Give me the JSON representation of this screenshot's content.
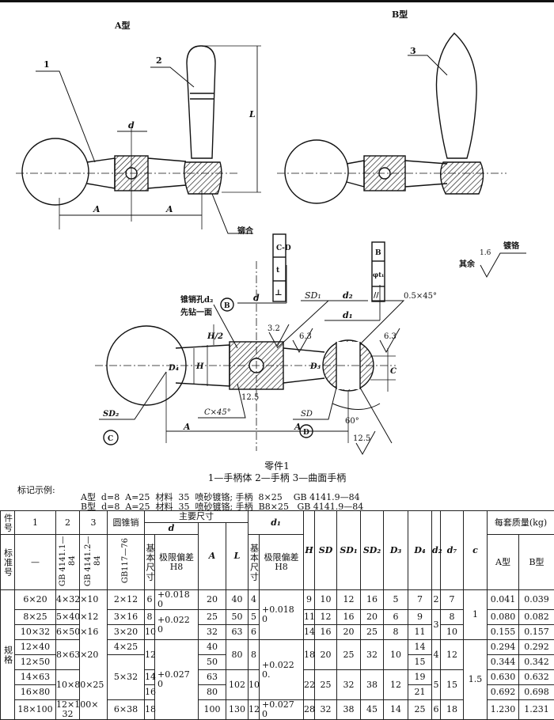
{
  "drawing": {
    "type_a": "A型",
    "type_b": "B型",
    "part1": "1",
    "part2": "2",
    "part3": "3",
    "dim_d": "d",
    "dim_L": "L",
    "dim_A": "A",
    "rivet": "铆合",
    "taper_hole": "锥销孔d₂",
    "drill_one": "先钻一面",
    "datum_B": "B",
    "datum_C": "C",
    "datum_D": "D",
    "tol_frame1": [
      "⊥",
      "t",
      "C-D"
    ],
    "tol_frame2": [
      "//",
      "φt₁",
      "B"
    ],
    "SD1": "SD₁",
    "SD2": "SD₂",
    "SD": "SD",
    "d2": "d₂",
    "d1": "d₁",
    "chamfer": "0.5×45°",
    "rough_63": "6.3",
    "rough_32": "3.2",
    "rough_125": "12.5",
    "rough_16": "1.6",
    "rest": "其余",
    "chrome": "镀铬",
    "H_half": "H/2",
    "H": "H",
    "D3": "D₃",
    "D4": "D₄",
    "C": "C",
    "chamfer_c": "C×45°",
    "angle": "60°"
  },
  "caption": {
    "title": "零件1",
    "legend": "1—手柄体   2—手柄   3—曲面手柄"
  },
  "marking": {
    "label": "标记示例:",
    "line_a": "A型  d=8  A=25  材料  35  喷砂镀铬; 手柄  8×25    GB 4141.9—84",
    "line_b": "B型  d=8  A=25  材料  35  喷砂镀铬; 手柄  B8×25   GB 4141.9—84"
  },
  "table": {
    "h_part_no": "件号",
    "h_std_no": "标准号",
    "h_1": "1",
    "h_2": "2",
    "h_3": "3",
    "h_pin": "圆锥销",
    "h_main": "主要尺寸",
    "h_d": "d",
    "h_d1": "d₁",
    "h_A": "A",
    "h_L": "L",
    "h_H": "H",
    "h_SD": "SD",
    "h_SD1": "SD₁",
    "h_SD2": "SD₂",
    "h_D3": "D₃",
    "h_D4": "D₄",
    "h_d2": "d₂",
    "h_d7": "d₇",
    "h_c": "c",
    "h_mass": "每套质量(kg)",
    "h_typeA": "A型",
    "h_typeB": "B型",
    "std_1": "—",
    "std_2": "GB 4141.1—84",
    "std_3": "GB 4141.2—84",
    "std_pin": "GB117—76",
    "basic": "基本尺寸",
    "tol_h8": "极限偏差\nH8",
    "spec_label": "规格",
    "columns": [
      {
        "key": "part1",
        "groups": [
          {
            "v": "6×20",
            "rows": 1
          },
          {
            "v": "8×25",
            "rows": 1
          },
          {
            "v": "10×32",
            "rows": 1
          },
          {
            "v": "12×40",
            "rows": 1
          },
          {
            "v": "12×50",
            "rows": 1
          },
          {
            "v": "14×63",
            "rows": 1
          },
          {
            "v": "16×80",
            "rows": 1
          },
          {
            "v": "18×100",
            "rows": 1
          }
        ]
      },
      {
        "key": "part2",
        "groups": [
          {
            "v": "4×32×10",
            "rows": 1
          },
          {
            "v": "5×40×12",
            "rows": 1
          },
          {
            "v": "6×50×16",
            "rows": 1
          },
          {
            "v": "8×63×20",
            "rows": 2
          },
          {
            "v": "10×80×25",
            "rows": 2
          },
          {
            "v": "12×100×\n32",
            "rows": 1
          }
        ]
      },
      {
        "key": "part3",
        "groups": [
          {
            "v": "",
            "rows": 8
          }
        ]
      },
      {
        "key": "pin",
        "groups": [
          {
            "v": "2×12",
            "rows": 1
          },
          {
            "v": "3×16",
            "rows": 1
          },
          {
            "v": "3×20",
            "rows": 1
          },
          {
            "v": "4×25",
            "rows": 1
          },
          {
            "v": "5×32",
            "rows": 3
          },
          {
            "v": "6×38",
            "rows": 1
          }
        ]
      },
      {
        "key": "d_basic",
        "groups": [
          {
            "v": "6",
            "rows": 1
          },
          {
            "v": "8",
            "rows": 1
          },
          {
            "v": "10",
            "rows": 1
          },
          {
            "v": "12",
            "rows": 2
          },
          {
            "v": "14",
            "rows": 1
          },
          {
            "v": "16",
            "rows": 1
          },
          {
            "v": "18",
            "rows": 1
          }
        ]
      },
      {
        "key": "d_tol",
        "tol": true,
        "groups": [
          {
            "v": "+0.018\n0",
            "rows": 1
          },
          {
            "v": "+0.022\n0",
            "rows": 2
          },
          {
            "v": "+0.027\n0",
            "rows": 5
          }
        ]
      },
      {
        "key": "A",
        "groups": [
          {
            "v": "20",
            "rows": 1
          },
          {
            "v": "25",
            "rows": 1
          },
          {
            "v": "32",
            "rows": 1
          },
          {
            "v": "40",
            "rows": 1
          },
          {
            "v": "50",
            "rows": 1
          },
          {
            "v": "63",
            "rows": 1
          },
          {
            "v": "80",
            "rows": 1
          },
          {
            "v": "100",
            "rows": 1
          }
        ]
      },
      {
        "key": "L",
        "groups": [
          {
            "v": "40",
            "rows": 1
          },
          {
            "v": "50",
            "rows": 1
          },
          {
            "v": "63",
            "rows": 1
          },
          {
            "v": "80",
            "rows": 2
          },
          {
            "v": "102",
            "rows": 2
          },
          {
            "v": "130",
            "rows": 1
          }
        ]
      },
      {
        "key": "d1_basic",
        "groups": [
          {
            "v": "4",
            "rows": 1
          },
          {
            "v": "5",
            "rows": 1
          },
          {
            "v": "6",
            "rows": 1
          },
          {
            "v": "8",
            "rows": 2
          },
          {
            "v": "10",
            "rows": 2
          },
          {
            "v": "12",
            "rows": 1
          }
        ]
      },
      {
        "key": "d1_tol",
        "tol": true,
        "groups": [
          {
            "v": "+0.018\n0",
            "rows": 3
          },
          {
            "v": "+0.022\n0.",
            "rows": 4
          },
          {
            "v": "+0.027\n0",
            "rows": 1
          }
        ]
      },
      {
        "key": "H",
        "groups": [
          {
            "v": "9",
            "rows": 1
          },
          {
            "v": "11",
            "rows": 1
          },
          {
            "v": "14",
            "rows": 1
          },
          {
            "v": "18",
            "rows": 2
          },
          {
            "v": "22",
            "rows": 2
          },
          {
            "v": "28",
            "rows": 1
          }
        ]
      },
      {
        "key": "SD",
        "groups": [
          {
            "v": "10",
            "rows": 1
          },
          {
            "v": "12",
            "rows": 1
          },
          {
            "v": "16",
            "rows": 1
          },
          {
            "v": "20",
            "rows": 2
          },
          {
            "v": "25",
            "rows": 2
          },
          {
            "v": "32",
            "rows": 1
          }
        ]
      },
      {
        "key": "SD1",
        "groups": [
          {
            "v": "12",
            "rows": 1
          },
          {
            "v": "16",
            "rows": 1
          },
          {
            "v": "20",
            "rows": 1
          },
          {
            "v": "25",
            "rows": 2
          },
          {
            "v": "32",
            "rows": 2
          },
          {
            "v": "38",
            "rows": 1
          }
        ]
      },
      {
        "key": "SD2",
        "groups": [
          {
            "v": "16",
            "rows": 1
          },
          {
            "v": "20",
            "rows": 1
          },
          {
            "v": "25",
            "rows": 1
          },
          {
            "v": "32",
            "rows": 2
          },
          {
            "v": "38",
            "rows": 2
          },
          {
            "v": "45",
            "rows": 1
          }
        ]
      },
      {
        "key": "D3",
        "groups": [
          {
            "v": "5",
            "rows": 1
          },
          {
            "v": "6",
            "rows": 1
          },
          {
            "v": "8",
            "rows": 1
          },
          {
            "v": "10",
            "rows": 2
          },
          {
            "v": "12",
            "rows": 2
          },
          {
            "v": "14",
            "rows": 1
          }
        ]
      },
      {
        "key": "D4",
        "groups": [
          {
            "v": "7",
            "rows": 1
          },
          {
            "v": "9",
            "rows": 1
          },
          {
            "v": "11",
            "rows": 1
          },
          {
            "v": "14",
            "rows": 1
          },
          {
            "v": "15",
            "rows": 1
          },
          {
            "v": "19",
            "rows": 1
          },
          {
            "v": "21",
            "rows": 1
          },
          {
            "v": "25",
            "rows": 1
          }
        ]
      },
      {
        "key": "d2",
        "groups": [
          {
            "v": "2",
            "rows": 1
          },
          {
            "v": "3",
            "rows": 2
          },
          {
            "v": "4",
            "rows": 2
          },
          {
            "v": "5",
            "rows": 2
          },
          {
            "v": "6",
            "rows": 1
          }
        ]
      },
      {
        "key": "d7",
        "groups": [
          {
            "v": "7",
            "rows": 1
          },
          {
            "v": "8",
            "rows": 1
          },
          {
            "v": "10",
            "rows": 1
          },
          {
            "v": "12",
            "rows": 2
          },
          {
            "v": "15",
            "rows": 2
          },
          {
            "v": "18",
            "rows": 1
          }
        ]
      },
      {
        "key": "c",
        "groups": [
          {
            "v": "1",
            "rows": 3
          },
          {
            "v": "1.5",
            "rows": 5
          }
        ]
      },
      {
        "key": "massA",
        "groups": [
          {
            "v": "0.041",
            "rows": 1
          },
          {
            "v": "0.080",
            "rows": 1
          },
          {
            "v": "0.155",
            "rows": 1
          },
          {
            "v": "0.294",
            "rows": 1
          },
          {
            "v": "0.344",
            "rows": 1
          },
          {
            "v": "0.630",
            "rows": 1
          },
          {
            "v": "0.692",
            "rows": 1
          },
          {
            "v": "1.230",
            "rows": 1
          }
        ]
      },
      {
        "key": "massB",
        "groups": [
          {
            "v": "0.039",
            "rows": 1
          },
          {
            "v": "0.082",
            "rows": 1
          },
          {
            "v": "0.157",
            "rows": 1
          },
          {
            "v": "0.292",
            "rows": 1
          },
          {
            "v": "0.342",
            "rows": 1
          },
          {
            "v": "0.632",
            "rows": 1
          },
          {
            "v": "0.698",
            "rows": 1
          },
          {
            "v": "1.231",
            "rows": 1
          }
        ]
      }
    ]
  }
}
